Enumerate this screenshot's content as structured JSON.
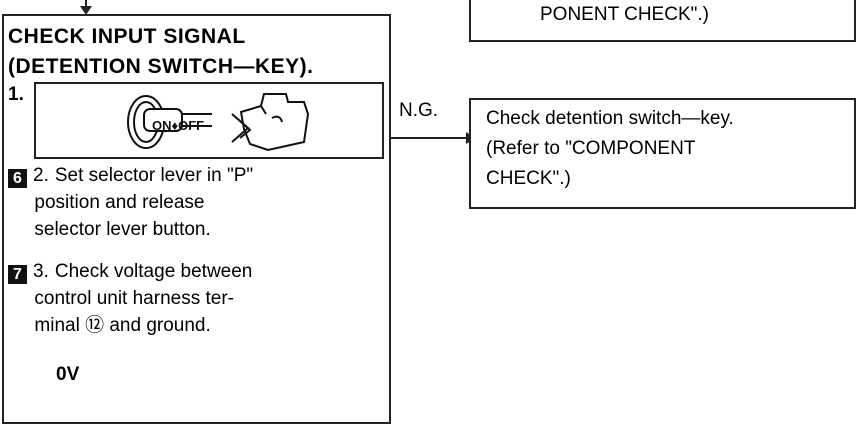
{
  "top_right": {
    "text": "PONENT CHECK\".)"
  },
  "main": {
    "heading": "CHECK INPUT SIGNAL\n(DETENTION SWITCH—KEY).",
    "step1_num": "1.",
    "key_label": "ON♦OFF",
    "step2_badge": "6",
    "step2_num": "2.",
    "step2_text": "Set selector lever in \"P\"\n     position and release\n     selector lever button.",
    "step3_badge": "7",
    "step3_num": "3.",
    "step3_text": "Check voltage between\n     control unit harness ter-\n     minal ⑫ and ground.",
    "result": "0V"
  },
  "branch": {
    "label": "N.G."
  },
  "check": {
    "text": "Check detention switch—key.\n(Refer to \"COMPONENT\nCHECK\".)"
  },
  "colors": {
    "line": "#222222",
    "badge_bg": "#111111",
    "background": "#ffffff"
  }
}
